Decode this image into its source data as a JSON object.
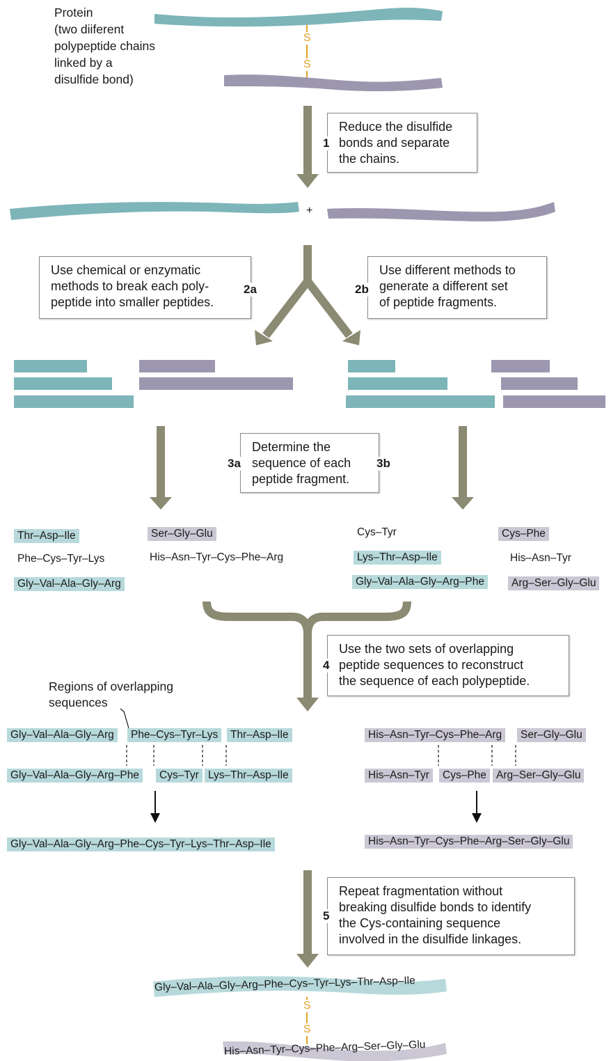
{
  "protein_label": [
    "Protein",
    "(two diiferent",
    "polypeptide chains",
    "linked by a",
    "disulfide bond)"
  ],
  "disulfide_symbol": "S",
  "plus_sign": "+",
  "colors": {
    "teal": "#7db5b9",
    "purple": "#9c97af",
    "arrow": "#8b8a72",
    "sulfur": "#e3a32a",
    "teal_light": "#b7d9db",
    "purple_light": "#cbc7d4"
  },
  "steps": {
    "s1": {
      "num": "1",
      "lines": [
        "Reduce the disulfide",
        "bonds and separate",
        "the chains."
      ]
    },
    "s2a": {
      "num": "2a",
      "lines": [
        "Use chemical or enzymatic",
        "methods to break each poly-",
        "peptide into smaller peptides."
      ]
    },
    "s2b": {
      "num": "2b",
      "lines": [
        "Use different methods to",
        "generate a different set",
        "of peptide fragments."
      ]
    },
    "s3": {
      "num_a": "3a",
      "num_b": "3b",
      "lines": [
        "Determine the",
        "sequence of each",
        "peptide fragment."
      ]
    },
    "s4": {
      "num": "4",
      "lines": [
        "Use the two sets of overlapping",
        "peptide sequences to reconstruct",
        "the sequence of each polypeptide."
      ]
    },
    "s5": {
      "num": "5",
      "lines": [
        "Repeat fragmentation without",
        "breaking disulfide bonds to identify",
        "the Cys-containing sequence",
        "involved in the disulfide linkages."
      ]
    }
  },
  "fragments_a": {
    "teal": [
      "Thr–Asp–Ile",
      "Phe–Cys–Tyr–Lys",
      "Gly–Val–Ala–Gly–Arg"
    ],
    "purple": [
      "Ser–Gly–Glu",
      "His–Asn–Tyr–Cys–Phe–Arg"
    ]
  },
  "fragments_b": {
    "teal": [
      "Cys–Tyr",
      "Lys–Thr–Asp–Ile",
      "Gly–Val–Ala–Gly–Arg–Phe"
    ],
    "purple": [
      "Cys–Phe",
      "His–Asn–Tyr",
      "Arg–Ser–Gly–Glu"
    ]
  },
  "overlap_caption": [
    "Regions of overlapping",
    "sequences"
  ],
  "overlap_teal": {
    "row1": [
      "Gly–Val–Ala–Gly–Arg",
      "Phe–Cys–Tyr–Lys",
      "Thr–Asp–Ile"
    ],
    "row2": [
      "Gly–Val–Ala–Gly–Arg–Phe",
      "Cys–Tyr",
      "Lys–Thr–Asp–Ile"
    ],
    "result": "Gly–Val–Ala–Gly–Arg–Phe–Cys–Tyr–Lys–Thr–Asp–Ile"
  },
  "overlap_purple": {
    "row1": [
      "His–Asn–Tyr–Cys–Phe–Arg",
      "Ser–Gly–Glu"
    ],
    "row2": [
      "His–Asn–Tyr",
      "Cys–Phe",
      "Arg–Ser–Gly–Glu"
    ],
    "result": "His–Asn–Tyr–Cys–Phe–Arg–Ser–Gly–Glu"
  },
  "final": {
    "teal": "Gly–Val–Ala–Gly–Arg–Phe–Cys–Tyr–Lys–Thr–Asp–Ile",
    "purple": "His–Asn–Tyr–Cys–Phe–Arg–Ser–Gly–Glu"
  }
}
